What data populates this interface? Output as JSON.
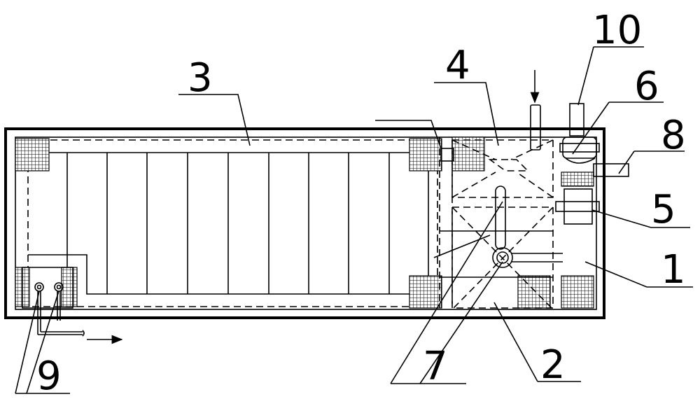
{
  "figure": {
    "labels": {
      "l1": "1",
      "l2": "2",
      "l3": "3",
      "l4": "4",
      "l5": "5",
      "l6": "6",
      "l7": "7",
      "l8": "8",
      "l9": "9",
      "l10": "10"
    }
  }
}
